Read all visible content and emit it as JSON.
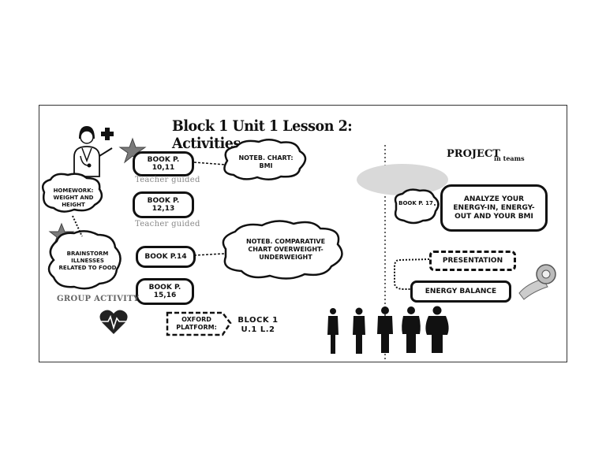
{
  "title": "Block 1 Unit 1 Lesson 2: Activities",
  "left": {
    "book_1": "BOOK P. 10,11",
    "book_2": "BOOK P. 12,13",
    "book_3": "BOOK P.14",
    "book_4": "BOOK P. 15,16",
    "guided_1": "Teacher guided",
    "guided_2": "Teacher guided",
    "cloud_chart_bmi": "NOTEB. CHART: BMI",
    "cloud_comparative": "NOTEB. COMPARATIVE CHART OVERWEIGHT- UNDERWEIGHT",
    "cloud_homework": "HOMEWORK: WEIGHT AND HEIGHT",
    "cloud_brainstorm": "BRAINSTORM ILLNESSES RELATED TO FOOD",
    "group_activity": "GROUP ACTIVITY",
    "oxford": "OXFORD PLATFORM:",
    "block_ref": "BLOCK 1 U.1 L.2"
  },
  "right": {
    "project": "PROJECT",
    "in_teams": "in teams",
    "book_17": "BOOK P. 17",
    "analyze": "ANALYZE YOUR ENERGY-IN, ENERGY-OUT AND YOUR BMI",
    "presentation": "PRESENTATION",
    "energy_balance": "ENERGY BALANCE"
  },
  "icons": [
    "doctor-icon",
    "medical-cross-icon",
    "star-icon",
    "heart-pulse-icon",
    "tape-measure-icon",
    "body-silhouettes-icon"
  ],
  "colors": {
    "ink": "#111111",
    "gray_guided": "#888888",
    "star": "#7a7a7a",
    "blob": "#d9d9d9"
  }
}
